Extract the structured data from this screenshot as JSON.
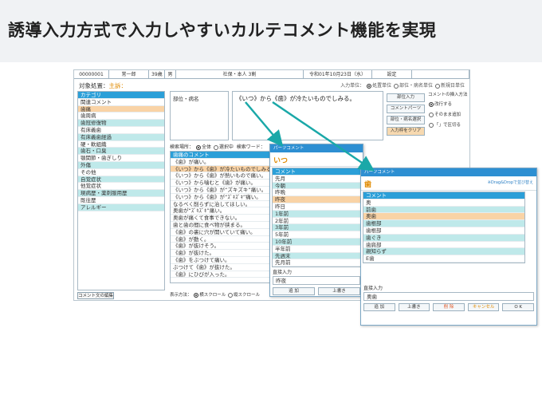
{
  "headline": "誘導入力方式で入力しやすいカルテコメント機能を実現",
  "patient_bar": [
    "00000001",
    "常一郎",
    "39歳",
    "男",
    "社保・本人 3割",
    "令和01年10月23日（水）",
    "設定",
    ""
  ],
  "target": {
    "label": "対象処置：",
    "value": "主訴："
  },
  "input_unit": {
    "label": "入力単位：",
    "opts": [
      "処置単位",
      "部位・病名単位",
      "新規日単位"
    ]
  },
  "categories": [
    {
      "t": "カテゴリ",
      "c": "hd"
    },
    {
      "t": "関連コメント",
      "c": ""
    },
    {
      "t": "歯痛",
      "c": "or"
    },
    {
      "t": "歯周病",
      "c": ""
    },
    {
      "t": "歯冠修復物",
      "c": "cy"
    },
    {
      "t": "有床義歯",
      "c": ""
    },
    {
      "t": "有床義歯経過",
      "c": "cy"
    },
    {
      "t": "硬・軟組織",
      "c": ""
    },
    {
      "t": "歯石・口臭",
      "c": "cy"
    },
    {
      "t": "顎関節・歯ぎしり",
      "c": ""
    },
    {
      "t": "外傷",
      "c": "cy"
    },
    {
      "t": "その他",
      "c": ""
    },
    {
      "t": "自覚症状",
      "c": "cy"
    },
    {
      "t": "他覚症状",
      "c": ""
    },
    {
      "t": "現病歴・薬剤服用歴",
      "c": "cy"
    },
    {
      "t": "既往歴",
      "c": ""
    },
    {
      "t": "アレルギー",
      "c": "cy"
    }
  ],
  "edit_button": "コメント文の編集",
  "site_label": "部位・病名",
  "template_text": "《いつ》から《歯》が冷たいものでしみる。",
  "right_buttons": [
    "部位入力",
    "コメントパーツ",
    "部位・病名選択",
    "入力枠をクリア"
  ],
  "mode": {
    "title": "コメントの挿入方法",
    "opts": [
      "改行する",
      "そのまま追加",
      "「」で区切る"
    ]
  },
  "search": {
    "label": "検索場所：",
    "opts": [
      "全体",
      "選択中"
    ],
    "keyword": "検索ワード："
  },
  "comment_list": [
    {
      "t": "歯痛のコメント",
      "c": "hd"
    },
    {
      "t": "《歯》が痛い。",
      "c": ""
    },
    {
      "t": "《いつ》から《歯》が冷たいものでしみる。",
      "c": "or"
    },
    {
      "t": "《いつ》から《歯》が熱いもので痛い。",
      "c": ""
    },
    {
      "t": "《いつ》から噛むと《歯》が痛い。",
      "c": ""
    },
    {
      "t": "《いつ》から《歯》が“ズキズキ”痛い。",
      "c": ""
    },
    {
      "t": "《いつ》から《歯》が“ｽﾞｷｽﾞｷ”痛い。",
      "c": ""
    },
    {
      "t": "なるべく削らずに治してほしい。",
      "c": ""
    },
    {
      "t": "奥歯が“ｽﾞｷｽﾞｷ”痛い。",
      "c": ""
    },
    {
      "t": "奥歯が痛くて食事できない。",
      "c": ""
    },
    {
      "t": "歯と歯の間に食べ物が挟まる。",
      "c": ""
    },
    {
      "t": "《歯》の裏に穴が開いていて痛い。",
      "c": ""
    },
    {
      "t": "《歯》が動く。",
      "c": ""
    },
    {
      "t": "《歯》が抜けそう。",
      "c": ""
    },
    {
      "t": "《歯》が抜けた。",
      "c": ""
    },
    {
      "t": "《歯》をぶつけて痛い。",
      "c": ""
    },
    {
      "t": "ぶつけて《歯》が抜けた。",
      "c": ""
    },
    {
      "t": "《歯》にひびが入った。",
      "c": ""
    }
  ],
  "display": {
    "label": "表示方法：",
    "opts": [
      "横スクロール",
      "縦スクロール"
    ]
  },
  "popup1": {
    "title": "パーツコメント",
    "word": "いつ",
    "hint": "※Drag&Dropで並び替え",
    "items": [
      {
        "t": "コメント",
        "c": "hd"
      },
      {
        "t": "先月",
        "c": ""
      },
      {
        "t": "今朝",
        "c": "cy"
      },
      {
        "t": "昨晩",
        "c": ""
      },
      {
        "t": "昨夜",
        "c": "or"
      },
      {
        "t": "昨日",
        "c": ""
      },
      {
        "t": "1年前",
        "c": "cy"
      },
      {
        "t": "2年前",
        "c": ""
      },
      {
        "t": "3年前",
        "c": "cy"
      },
      {
        "t": "5年前",
        "c": ""
      },
      {
        "t": "10年前",
        "c": "cy"
      },
      {
        "t": "半年前",
        "c": ""
      },
      {
        "t": "先週末",
        "c": "cy"
      },
      {
        "t": "先月前",
        "c": ""
      }
    ],
    "direct_label": "直接入力",
    "direct_value": "昨夜",
    "buttons": [
      "追 加",
      "上書き"
    ]
  },
  "popup2": {
    "title": "パーツコメント",
    "word": "歯",
    "hint": "※Drag&Dropで並び替え",
    "items": [
      {
        "t": "コメント",
        "c": "hd"
      },
      {
        "t": "奥",
        "c": ""
      },
      {
        "t": "前歯",
        "c": "cy"
      },
      {
        "t": "奥歯",
        "c": "or"
      },
      {
        "t": "歯根部",
        "c": "cy"
      },
      {
        "t": "歯根部",
        "c": ""
      },
      {
        "t": "歯ぐき",
        "c": "cy"
      },
      {
        "t": "歯肩部",
        "c": ""
      },
      {
        "t": "親知らず",
        "c": "cy"
      },
      {
        "t": "E歯",
        "c": ""
      }
    ],
    "direct_label": "直接入力",
    "direct_value": "奥歯",
    "buttons": [
      "追 加",
      "上書き",
      "削 除",
      "キャンセル",
      "O K"
    ]
  },
  "colors": {
    "accent": "#2b9fd8",
    "highlight": "#f9d3a6",
    "row": "#bfe9ea",
    "arrow": "#1aa8a8",
    "word": "#e08a00"
  }
}
